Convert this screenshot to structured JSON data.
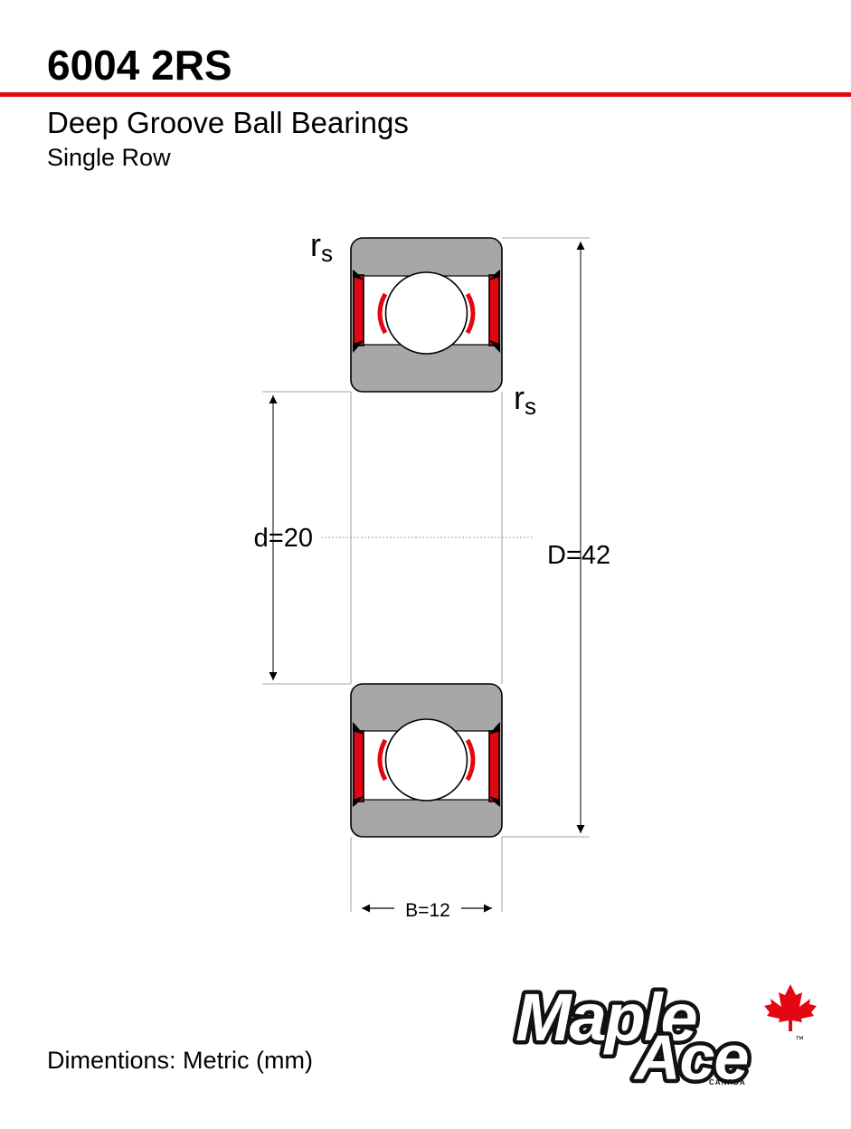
{
  "header": {
    "title": "6004 2RS",
    "subtitle": "Deep Groove Ball Bearings",
    "subsubtitle": "Single Row"
  },
  "diagram": {
    "labels": {
      "radius_top": "r",
      "radius_top_sub": "s",
      "radius_bottom": "r",
      "radius_bottom_sub": "s",
      "inner_diameter": "d=20",
      "outer_diameter": "D=42",
      "width": "B=12"
    }
  },
  "footer": {
    "units": "Dimentions: Metric (mm)"
  },
  "logo": {
    "line1": "Maple",
    "line2": "Ace",
    "tm": "™",
    "tagline": "CANADA",
    "leaf_icon": "maple-leaf-icon"
  },
  "colors": {
    "accent_red": "#e30613",
    "ring_gray": "#a7a7a7",
    "outline": "#000000"
  }
}
